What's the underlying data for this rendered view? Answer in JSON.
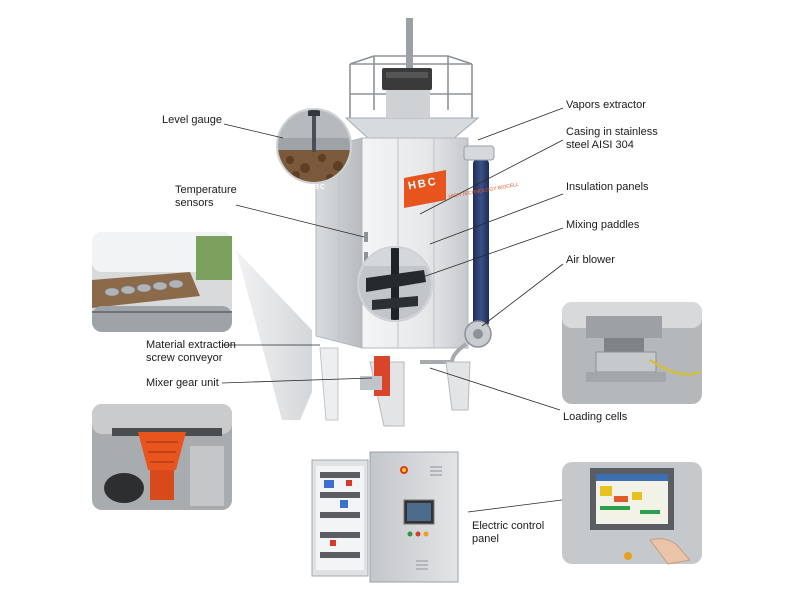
{
  "brand": {
    "logo_text": "HBC",
    "logo_sub": "HIGH TECHNOLOGY BIOCELL",
    "accent": "#e87722"
  },
  "labels": {
    "level_gauge": "Level gauge",
    "temperature_sensors_1": "Temperature",
    "temperature_sensors_2": "sensors",
    "vapors_extractor": "Vapors extractor",
    "casing_1": "Casing in stainless",
    "casing_2": "steel AISI 304",
    "insulation_panels": "Insulation panels",
    "mixing_paddles": "Mixing paddles",
    "air_blower": "Air blower",
    "extraction_1": "Material extraction",
    "extraction_2": "screw conveyor",
    "mixer_gear_unit": "Mixer gear unit",
    "loading_cells": "Loading cells",
    "control_panel_1": "Electric control",
    "control_panel_2": "panel"
  },
  "colors": {
    "orange": "#e8541e",
    "steel": "#dfe2e4",
    "navy": "#2a3a6a",
    "panel": "#c9cccf"
  }
}
